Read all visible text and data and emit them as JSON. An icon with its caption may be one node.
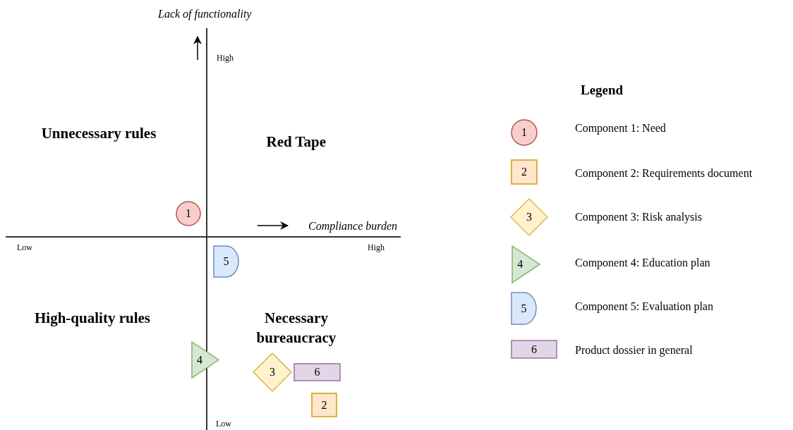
{
  "diagram": {
    "nodes": [
      {
        "text": [
          "1"
        ]
      },
      {
        "text": [
          "5"
        ]
      },
      {
        "text": [
          "4"
        ]
      },
      {
        "text": [
          "3"
        ]
      },
      {
        "text": [
          "6"
        ]
      },
      {
        "text": [
          "2"
        ]
      },
      {
        "text": [
          "1"
        ]
      },
      {
        "text": [
          "2"
        ]
      },
      {
        "text": [
          "3"
        ]
      },
      {
        "text": [
          "4"
        ]
      },
      {
        "text": [
          "5"
        ]
      },
      {
        "text": [
          "6"
        ]
      }
    ],
    "edges": [],
    "labels": [
      "Lack of functionality",
      "High",
      "Legend",
      "Unnecessary rules",
      "Red Tape",
      "Compliance burden",
      "Low",
      "High",
      "High-quality rules",
      "Necessary bureaucracy",
      "Low"
    ],
    "legend": [
      {
        "text": "Component 1: Need"
      },
      {
        "text": "Component 2: Requirements document"
      },
      {
        "text": "Component 3: Risk analysis"
      },
      {
        "text": "Component 4: Education plan"
      },
      {
        "text": "Component 5: Evaluation plan"
      },
      {
        "text": "Product dossier in general"
      }
    ]
  }
}
